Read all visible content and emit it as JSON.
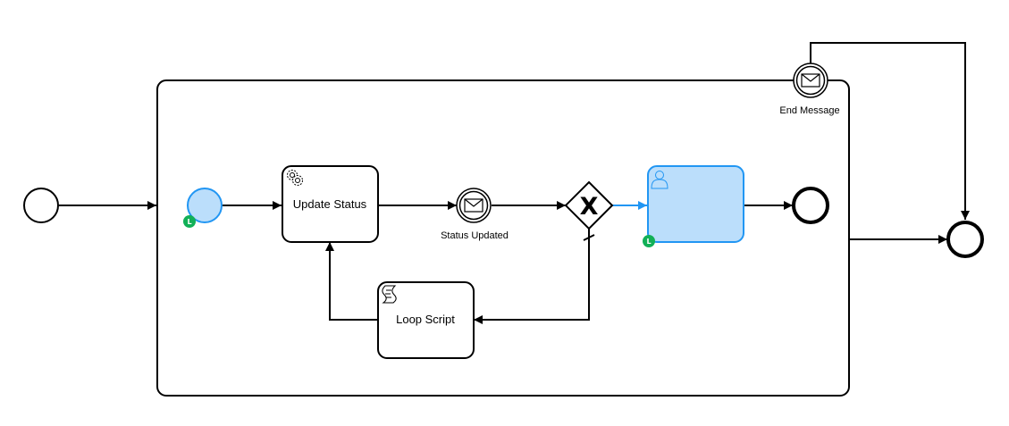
{
  "tasks": {
    "update_status": "Update Status",
    "loop_script": "Loop Script",
    "user_task": ""
  },
  "events": {
    "status_updated": "Status Updated",
    "end_message": "End Message"
  },
  "badges": {
    "inner_start": "L",
    "user_task": "L"
  },
  "gateway": {
    "symbol": "X"
  },
  "colors": {
    "stroke": "#000000",
    "highlight_fill": "#bbdefb",
    "highlight_stroke": "#2196f3",
    "badge_green": "#12b057"
  },
  "icons": [
    "gear-icon",
    "script-icon",
    "user-icon",
    "envelope-icon"
  ]
}
